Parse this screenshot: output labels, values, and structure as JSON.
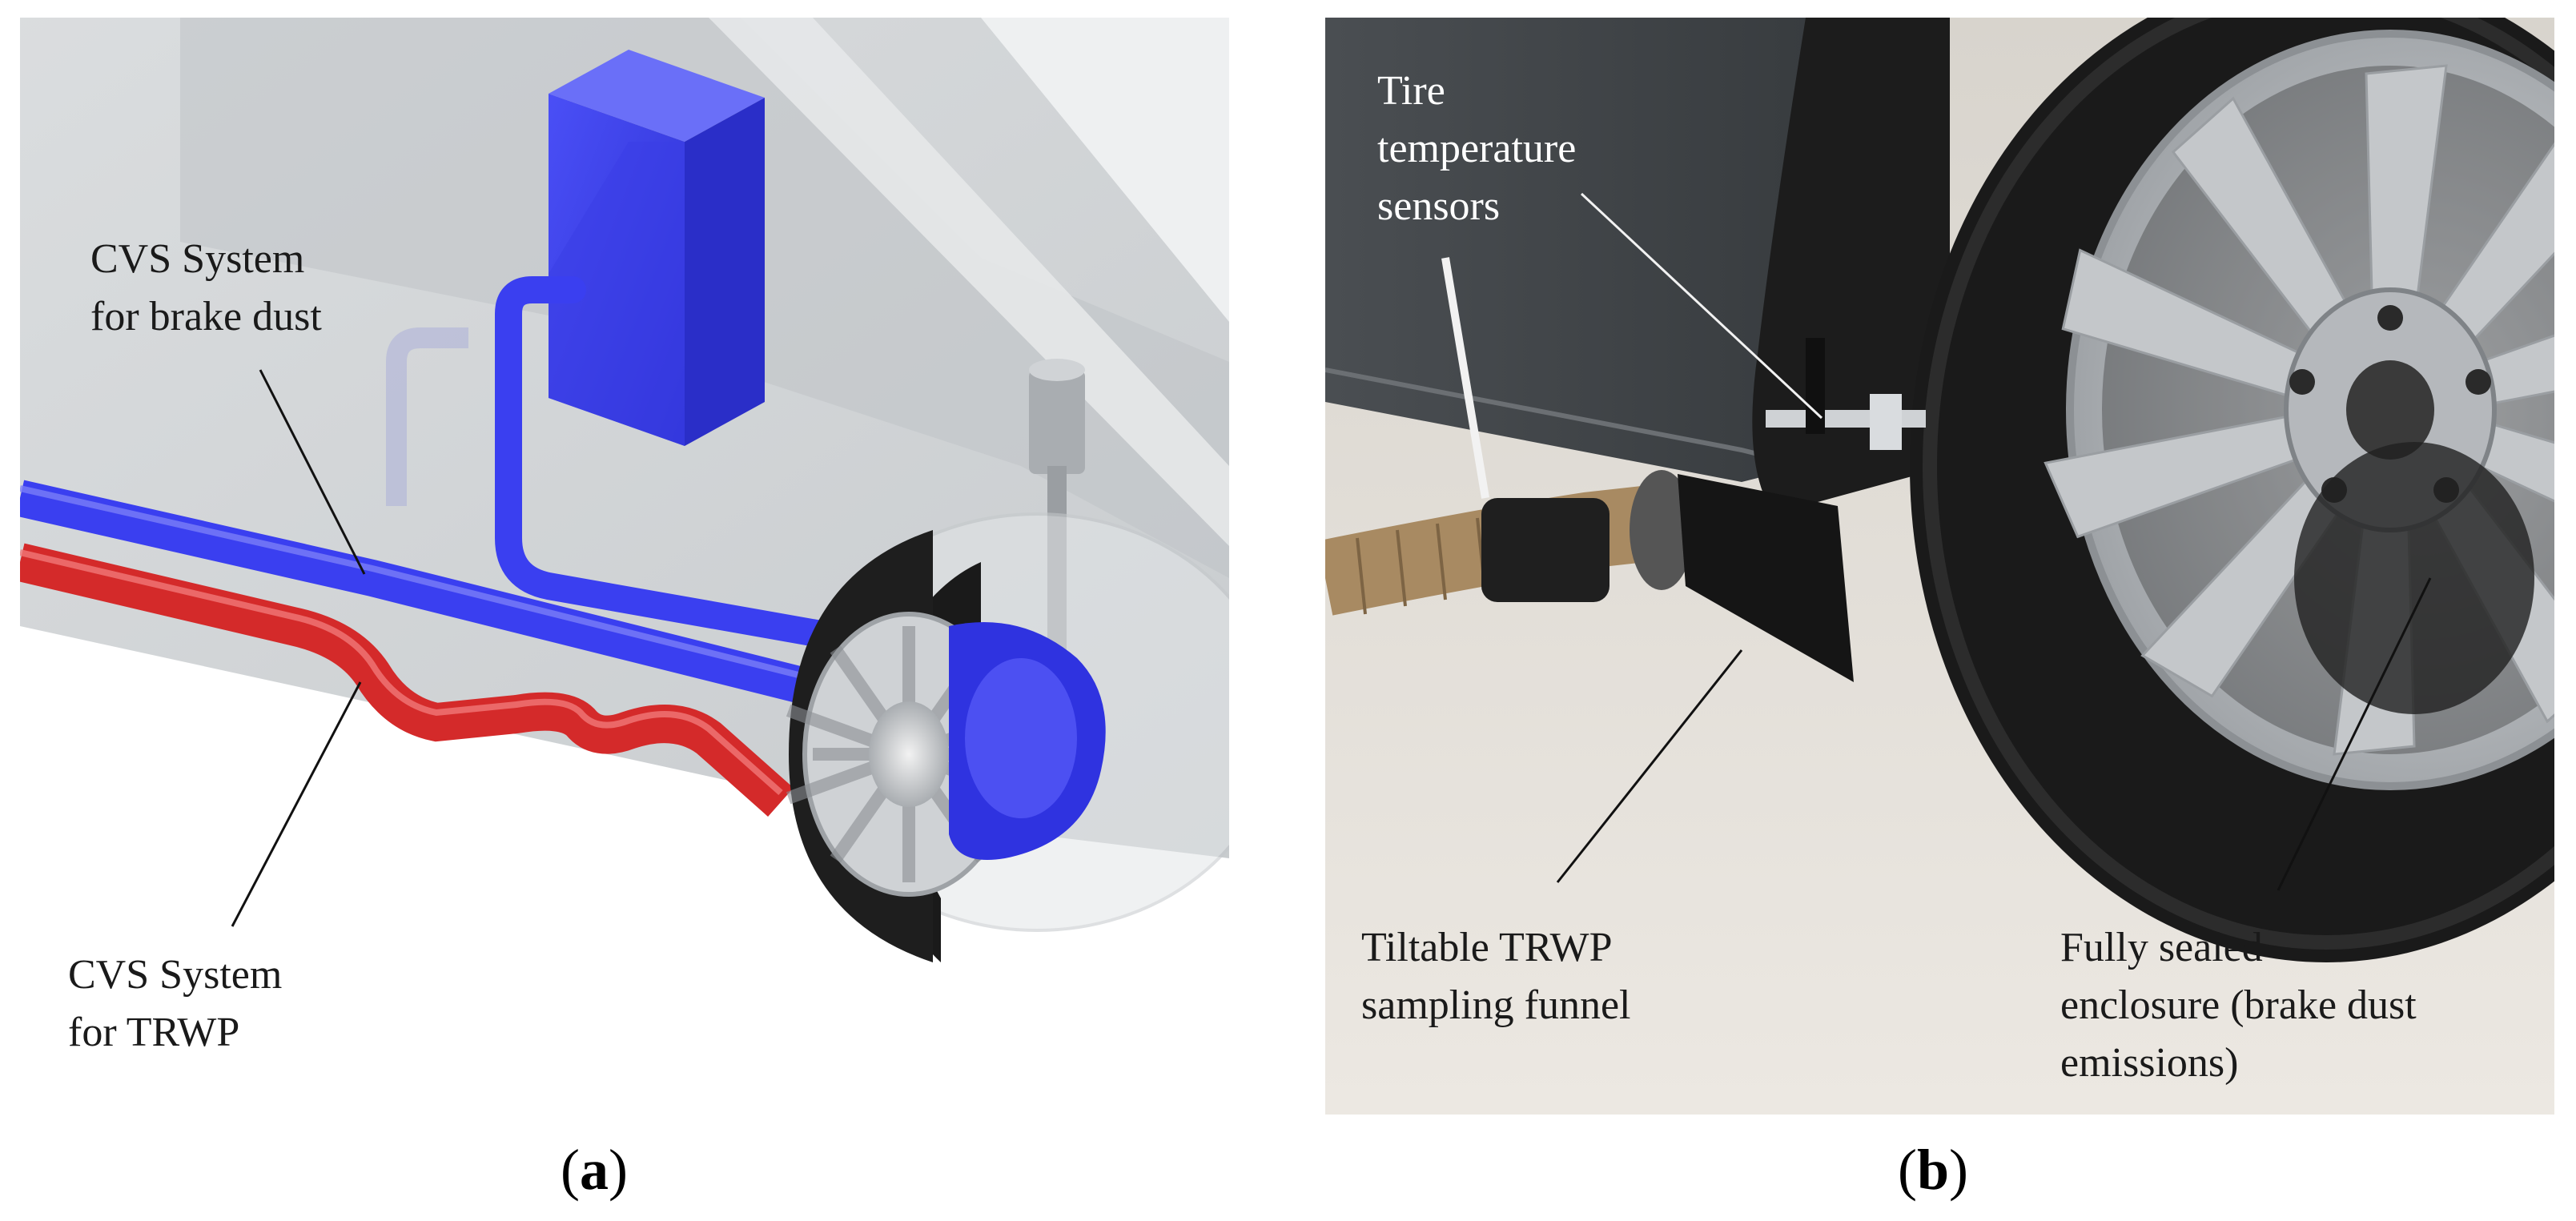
{
  "panel_a": {
    "callout_brake": [
      "CVS System",
      "for brake dust"
    ],
    "callout_trwp": [
      "CVS System",
      "for TRWP"
    ],
    "caption_open": "(",
    "caption_letter": "a",
    "caption_close": ")"
  },
  "panel_b": {
    "callout_sensors": [
      "Tire",
      "temperature",
      "sensors"
    ],
    "callout_funnel": [
      "Tiltable TRWP",
      "sampling funnel"
    ],
    "callout_enclosure": [
      "Fully sealed",
      "enclosure (brake dust",
      "emissions)"
    ],
    "caption_open": "(",
    "caption_letter": "b",
    "caption_close": ")"
  },
  "colors": {
    "brake_duct_blue": "#3a3ff0",
    "trwp_duct_red": "#d42a2a",
    "body_grey": "#c8cccf",
    "floor": "#e4e0da",
    "car_body_dark": "#3e4246",
    "rim_silver": "#b9bcc0",
    "tire_black": "#1a1a1a"
  }
}
